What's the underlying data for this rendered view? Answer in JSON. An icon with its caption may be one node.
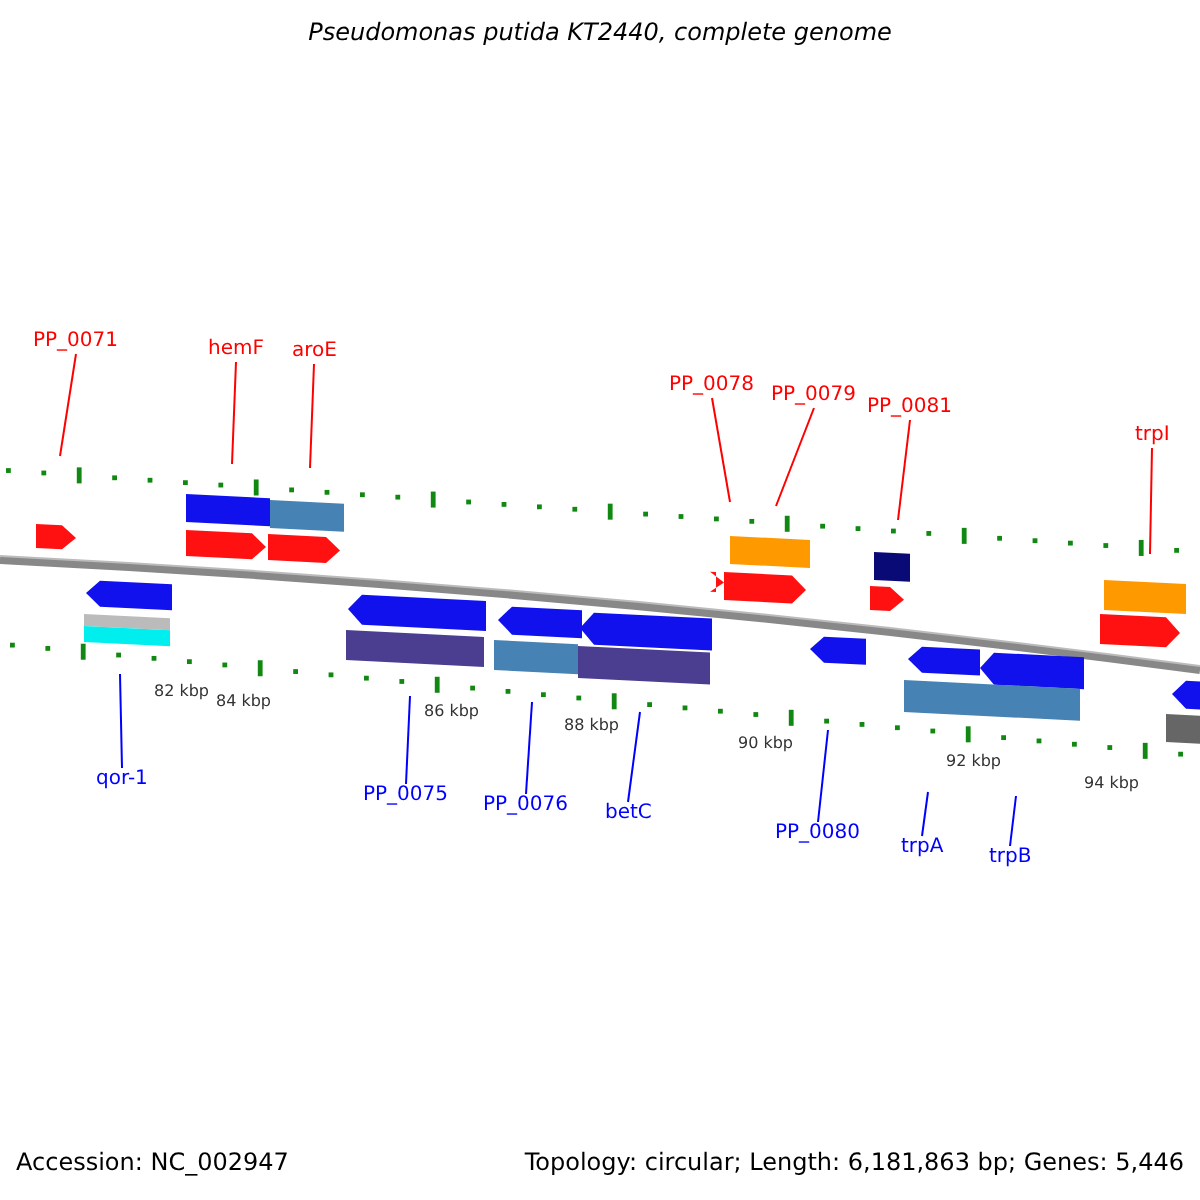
{
  "diagram": {
    "title": "Pseudomonas putida KT2440, complete genome",
    "nodes": [
      {
        "text": [
          "PP_0071"
        ]
      },
      {
        "text": [
          "hemF"
        ]
      },
      {
        "text": [
          "aroE"
        ]
      },
      {
        "text": [
          "PP_0078"
        ]
      },
      {
        "text": [
          "PP_0079"
        ]
      },
      {
        "text": [
          "PP_0081"
        ]
      },
      {
        "text": [
          "trpI"
        ]
      },
      {
        "text": [
          "qor-1"
        ]
      },
      {
        "text": [
          "PP_0075"
        ]
      },
      {
        "text": [
          "PP_0076"
        ]
      },
      {
        "text": [
          "betC"
        ]
      },
      {
        "text": [
          "PP_0080"
        ]
      },
      {
        "text": [
          "trpA"
        ]
      },
      {
        "text": [
          "trpB"
        ]
      }
    ],
    "edges": [
      {
        "from": 0,
        "to": null,
        "arrow": "none"
      },
      {
        "from": 1,
        "to": null,
        "arrow": "none"
      },
      {
        "from": 2,
        "to": null,
        "arrow": "none"
      },
      {
        "from": 3,
        "to": null,
        "arrow": "none"
      },
      {
        "from": 4,
        "to": null,
        "arrow": "none"
      },
      {
        "from": 5,
        "to": null,
        "arrow": "none"
      },
      {
        "from": 6,
        "to": null,
        "arrow": "none"
      },
      {
        "from": 7,
        "to": null,
        "arrow": "none",
        "color": "#0000ff"
      },
      {
        "from": 8,
        "to": null,
        "arrow": "none",
        "color": "#0000ff"
      },
      {
        "from": 9,
        "to": null,
        "arrow": "none",
        "color": "#0000ff"
      },
      {
        "from": 10,
        "to": null,
        "arrow": "none",
        "color": "#0000ff"
      },
      {
        "from": 11,
        "to": null,
        "arrow": "none",
        "color": "#0000ff"
      },
      {
        "from": 12,
        "to": null,
        "arrow": "none",
        "color": "#0000ff"
      },
      {
        "from": 13,
        "to": null,
        "arrow": "none",
        "color": "#0000ff"
      }
    ],
    "labels": [
      "82 kbp",
      "84 kbp",
      "86 kbp",
      "88 kbp",
      "90 kbp",
      "92 kbp",
      "94 kbp",
      "Accession: NC_002947",
      "Topology: circular; Length: 6,181,863 bp; Genes: 5,446"
    ]
  }
}
